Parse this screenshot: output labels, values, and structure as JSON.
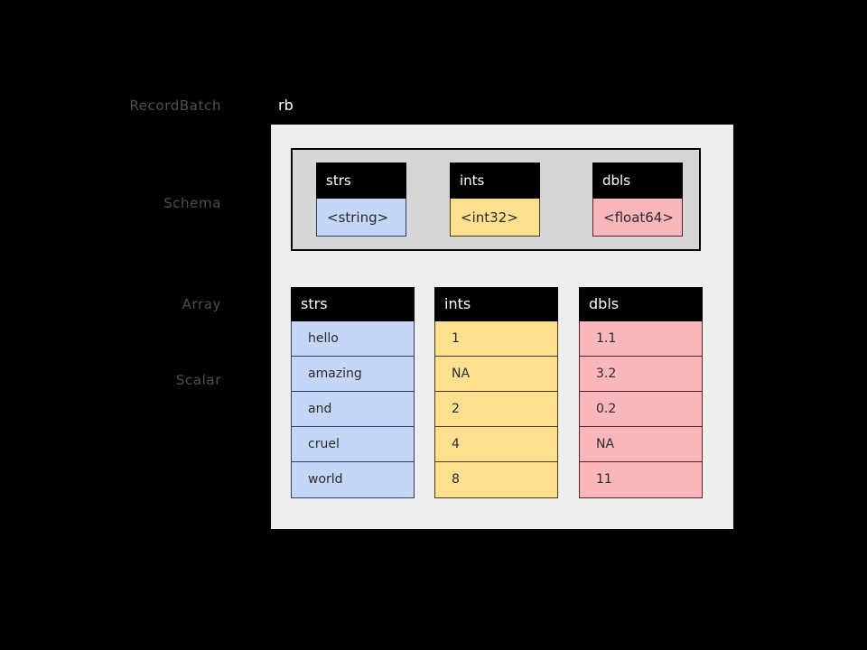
{
  "diagram": {
    "variable_name": "rb",
    "side_labels": {
      "recordbatch": "RecordBatch",
      "schema": "Schema",
      "array": "Array",
      "scalar": "Scalar"
    },
    "colors": {
      "background": "#000000",
      "panel": "#eeeeee",
      "schema_box": "#d6d6d6",
      "header": "#000000",
      "string": "#c6d6f7",
      "int": "#fde08f",
      "float": "#f9b6bb"
    }
  },
  "schema": {
    "fields": [
      {
        "name": "strs",
        "type": "<string>"
      },
      {
        "name": "ints",
        "type": "<int32>"
      },
      {
        "name": "dbls",
        "type": "<float64>"
      }
    ]
  },
  "columns": [
    {
      "name": "strs",
      "values": [
        "hello",
        "amazing",
        "and",
        "cruel",
        "world"
      ]
    },
    {
      "name": "ints",
      "values": [
        "1",
        "NA",
        "2",
        "4",
        "8"
      ]
    },
    {
      "name": "dbls",
      "values": [
        "1.1",
        "3.2",
        "0.2",
        "NA",
        "11"
      ]
    }
  ]
}
